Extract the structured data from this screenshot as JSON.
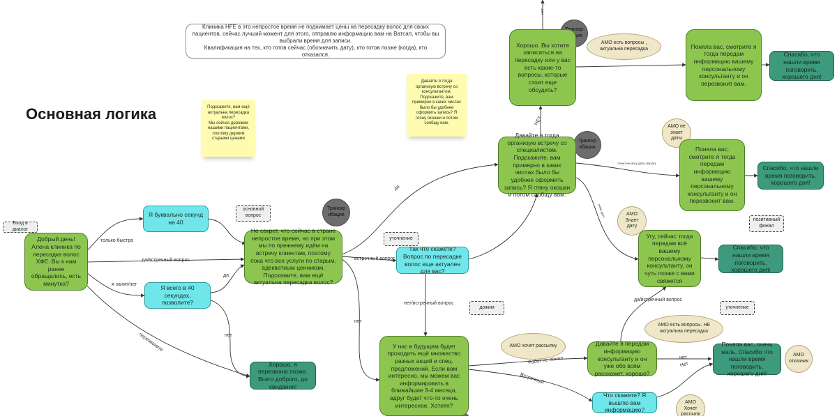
{
  "title": "Основная логика",
  "intro_note": "Клиника HFE в это непростое время не поднимает цены на пересадку волос для своих пациентов, сейчас лучший момент для этого, отправлю информацию вам на Ватсап, чтобы вы выбрали время для записи.\nКвалификация на тех, кто готов сейчас (обозначить дату), кто готов позже (когда), кто отказался.",
  "sticky_notes": {
    "relevance": "Подскажите, вам ещё актуальна пересадка волос?\nМы сейчас дорожим нашими пациентами, поэтому держим старыми ценами",
    "meeting": "Давайте я тогда организую встречу со консультантом. Подскажите, вам примерно в каких числах было бы удобнее оформить запись? Я гляну окошки и потом сообщу вам."
  },
  "tags": {
    "entry": "Вход в диалог",
    "main_question": "основной вопрос",
    "clarification_1": "уточнение",
    "push": "дожим",
    "positive_final": "позитивный финал",
    "clarification_2": "уточнение"
  },
  "circles": {
    "transcription_1": "Транскр ибация",
    "transcription_2": "Транскр ибация",
    "transcription_3": "Транскр ибация",
    "amo_questions": "АМО есть вопросы , актуальна пересадка",
    "amo_no_date": "АМО не знает даты",
    "amo_knows_date": "АМО Знает дату",
    "amo_wants_mailing": "АМО хочет рассылку",
    "amo_questions_not_relevant": "АМО есть вопросы. НЕ актуальна пересадка",
    "amo_refusal": "АМО отказник",
    "amo_wants_mailing_2": "АМО Хочет рассылк"
  },
  "nodes": {
    "greeting": "Добрый день! Алена клиника по пересадке волос ХФЕ. Вы к нам ранее обращались, есть минутка?",
    "literally_seconds": "Я буквально секунд на 40",
    "only_40_seconds": "Я всего в 40 секундах, позволите?",
    "call_back": "Хорошо, я перезвоню позже. Всего доброго, до свидания!",
    "secret": "Не секрет, что сейчас в стране непростое время, но при этом мы по прежнему идём на встречу клиентам, поэтому пока что все услуги по старым, адекватным ценникам. Подскажите, вам ещё актуальна пересадка волос?",
    "so_what": "Так что скажете? Вопрос по пересадке волос еще актуален для вас?",
    "future": "У нас в будущем будет проходить ещё множество разных акций и спец. предложений. Если вам интересно, мы можем вас информировать в ближайшие 3-4 месяца, вдруг будет что-то очень интересное. Хотите?",
    "organize": "Давайте я тогда организую встречу со специалистом. Подскажите, вам примерно в каких числах было бы удобнее оформить запись? Я гляну окошки и потом сообщу вам.",
    "want_to_book": "Хорошо. Вы хотите записаться на пересадку или у вас есть какие-то вопросы, которые стоит еще обсудить?",
    "understood_1": "Поняла вас, смотрите я тогда передам информацию вашему персональному консультанту и он перезвонит вам.",
    "understood_2": "Поняла вас, смотрите я тогда передам информацию вашему персональному консультанту и он перезвонит вам.",
    "ok_pass": "Угу, сейчас тогда передам всё вашему персональному консультанту, он чуть позже с вами свяжется",
    "pass_info": "Давайте я передам информацию консультанту и он уже обо всём расскажет, хорошо?",
    "what_say_sent": "Что скажете? Я вышлю вам информацию?",
    "thanks_1": "Спасибо, что нашли время поговорить, хорошего дня!",
    "thanks_2": "Спасибо, что нашли время поговорить, хорошего дня!",
    "thanks_3": "Спасибо, что нашли время поговорить, хорошего дня!",
    "understood_sorry": "Поняла вас, очень жаль. Спасибо что нашли время поговорить, хорошего дня!"
  },
  "edge_labels": {
    "only_quickly": "только быстро",
    "yes_counter": "да/встречный вопрос",
    "busy_no": "я занят/нет",
    "call_back": "перезвоните",
    "no_1": "нет",
    "yes_1": "да",
    "counter_question": "встречный вопрос",
    "yes_2": "да",
    "no_2": "нет",
    "no_counter": "нет/встречный вопрос",
    "no_upper": "НЕТ",
    "no_top": "НЕТ",
    "not_sure_date": "точно не могу дату сказать",
    "knows_date": "знаю дату",
    "yes_counter_2": "да/встречный вопрос",
    "robot_misunderstood": "Робот не понял",
    "counter": "Встречный",
    "no_3": "нет",
    "no_4": "Нет"
  }
}
